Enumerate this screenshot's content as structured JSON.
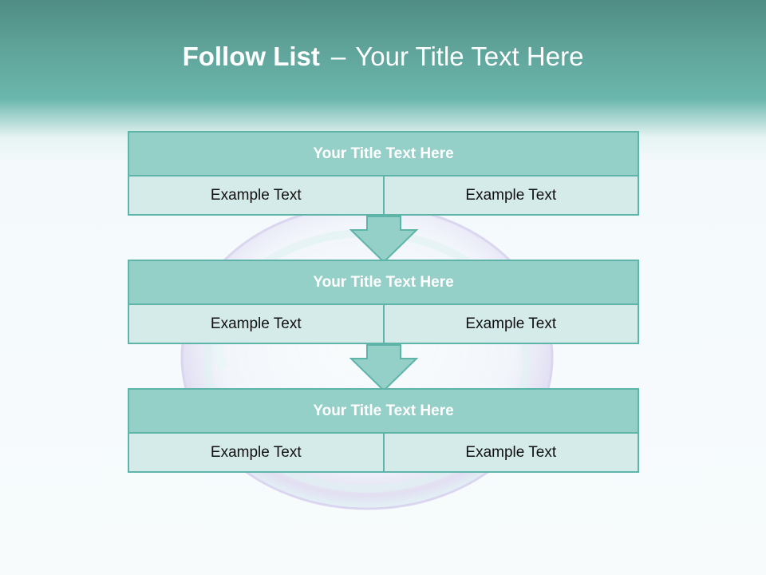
{
  "slide": {
    "title_bold": "Follow List",
    "title_separator": "–",
    "title_rest": "Your Title Text Here"
  },
  "blocks": [
    {
      "title": "Your Title Text Here",
      "left": "Example Text",
      "right": "Example Text"
    },
    {
      "title": "Your Title Text Here",
      "left": "Example Text",
      "right": "Example Text"
    },
    {
      "title": "Your Title Text Here",
      "left": "Example Text",
      "right": "Example Text"
    }
  ],
  "colors": {
    "header_dark": "#4f8d84",
    "header_light": "#6bb7ad",
    "block_title_fill": "#94d0c8",
    "block_cell_fill": "#d4ebe9",
    "border": "#5fb4a9",
    "title_text": "#ffffff",
    "cell_text": "#111111"
  },
  "icons": [
    "soap-bubble-icon",
    "down-arrow-icon"
  ]
}
